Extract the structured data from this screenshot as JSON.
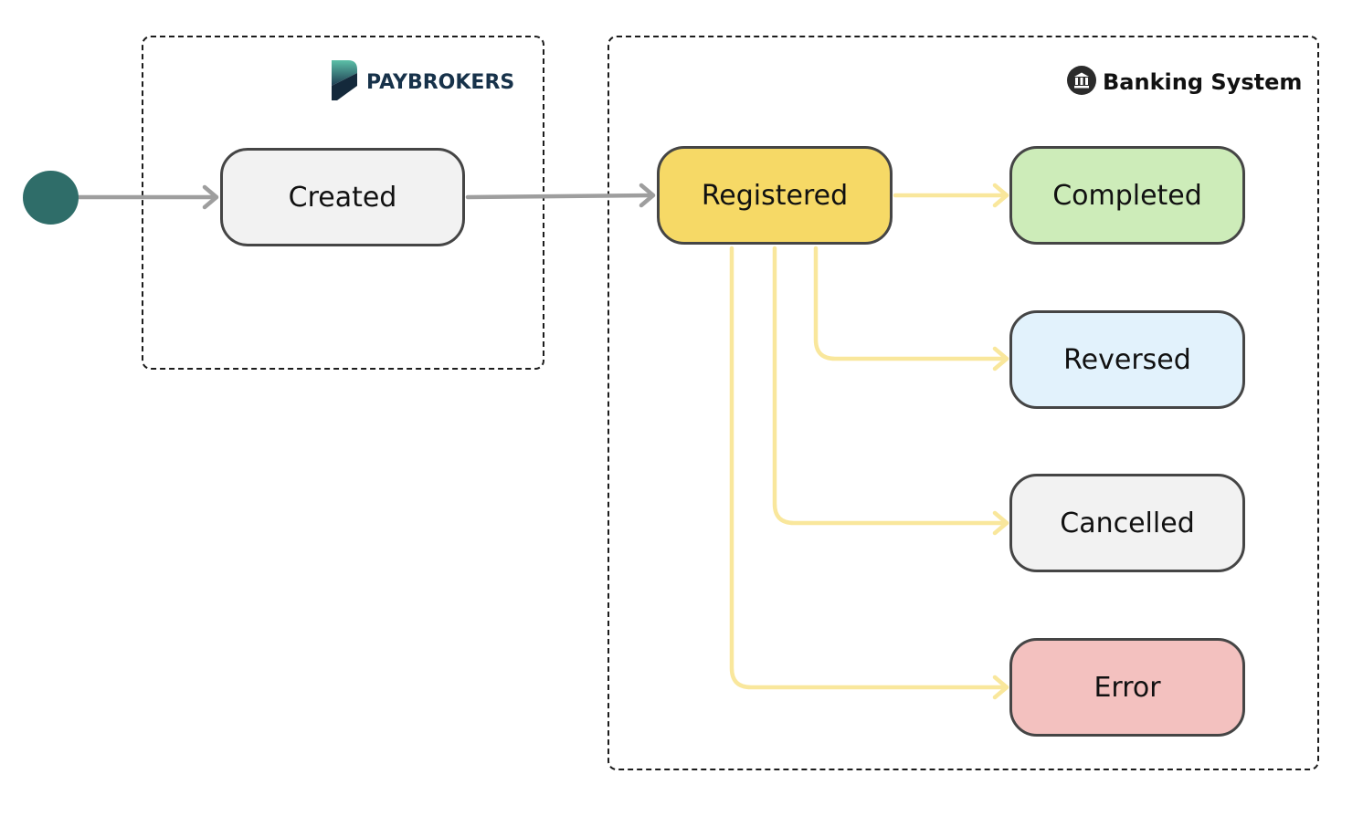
{
  "groups": {
    "paybrokers": {
      "brand": "PAYBROKERS"
    },
    "banking": {
      "title": "Banking System"
    }
  },
  "states": {
    "created": "Created",
    "registered": "Registered",
    "completed": "Completed",
    "reversed": "Reversed",
    "cancelled": "Cancelled",
    "error": "Error"
  },
  "icons": {
    "brand_logo": "paybrokers-logo-icon",
    "bank": "bank-icon"
  },
  "colors": {
    "start_dot": "#2f6d69",
    "edge_primary": "#9e9e9e",
    "edge_secondary": "#f9e79c",
    "created_fill": "#f2f2f2",
    "registered_fill": "#f6d966",
    "completed_fill": "#cdecb9",
    "reversed_fill": "#e2f2fc",
    "cancelled_fill": "#f2f2f2",
    "error_fill": "#f3c1bf",
    "brand_text": "#17324a"
  }
}
